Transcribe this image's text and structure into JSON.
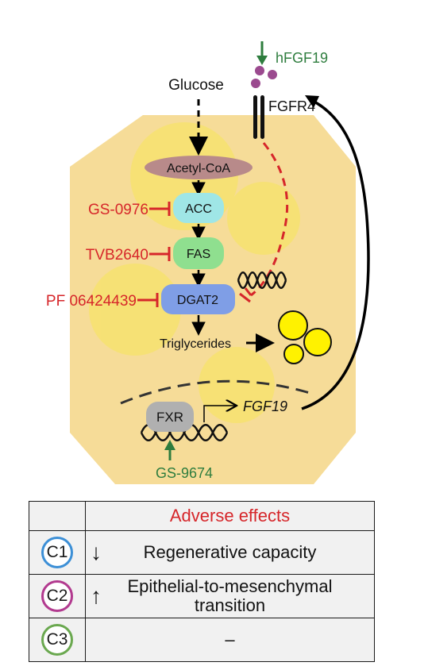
{
  "diagram": {
    "glucose": "Glucose",
    "acetyl_coa": "Acetyl-CoA",
    "acc": "ACC",
    "fas": "FAS",
    "dgat2": "DGAT2",
    "triglycerides": "Triglycerides",
    "fxr": "FXR",
    "fgf19_gene": "FGF19",
    "fgfr4": "FGFR4",
    "hfgf19": "hFGF19",
    "inhibitors": {
      "acc": "GS-0976",
      "fas": "TVB2640",
      "dgat2": "PF 06424439"
    },
    "agonist": "GS-9674"
  },
  "table": {
    "header": "Adverse effects",
    "rows": [
      {
        "id": "C1",
        "circle_color": "#3c8fd6",
        "direction": "down",
        "effect": "Regenerative capacity"
      },
      {
        "id": "C2",
        "circle_color": "#b23a8f",
        "direction": "up",
        "effect": "Epithelial-to-mesenchymal transition"
      },
      {
        "id": "C3",
        "circle_color": "#6aa84f",
        "direction": "none",
        "effect": "–"
      }
    ]
  },
  "colors": {
    "cell": "#f6dc98",
    "droplet": "#f7e36a",
    "inhibitor": "#d6262a",
    "agonist": "#2e7d3e",
    "acetyl_coa": "#b88a8a",
    "acc": "#9fe6e6",
    "fas": "#8fdf8f",
    "dgat2": "#7f9ee6",
    "fxr": "#b0b0b0",
    "fgf19_ligand": "#9b4a8f"
  }
}
